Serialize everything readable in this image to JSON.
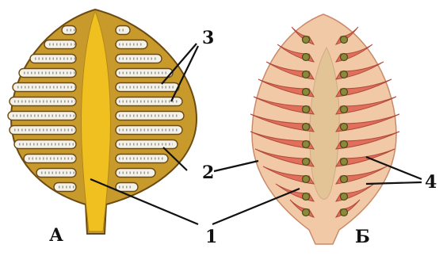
{
  "labels": {
    "cone_a": "А",
    "cone_b": "Б",
    "n1": "1",
    "n2": "2",
    "n3": "3",
    "n4": "4"
  },
  "colors": {
    "background": "#ffffff",
    "cone_a_axis": "#f0c020",
    "cone_a_scale": "#c89a2c",
    "cone_a_outline": "#6b4a14",
    "cone_a_sac": "#f4f1e8",
    "cone_b_axis": "#f2c9a6",
    "cone_b_axis_core": "#e2c496",
    "cone_b_scale": "#e0705c",
    "cone_b_ovule": "#8a8a3a",
    "line": "#111111"
  }
}
